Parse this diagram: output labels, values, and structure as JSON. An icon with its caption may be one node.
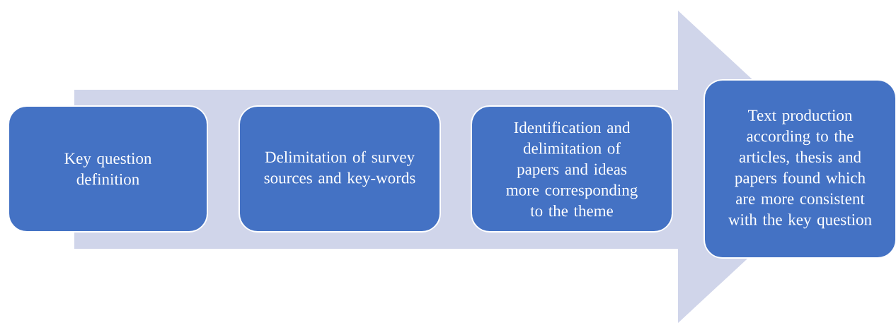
{
  "diagram": {
    "nodes": [
      {
        "text": [
          "Key question definition"
        ]
      },
      {
        "text": [
          "Delimitation of survey sources and key-words"
        ]
      },
      {
        "text": [
          "Identification and delimitation of papers and ideas more corresponding to the theme"
        ]
      },
      {
        "text": [
          "Text production according to the articles, thesis and papers found which are more consistent with the key question"
        ]
      }
    ],
    "edges": [
      {
        "from": 0,
        "to": 3,
        "arrow": "to"
      }
    ]
  }
}
